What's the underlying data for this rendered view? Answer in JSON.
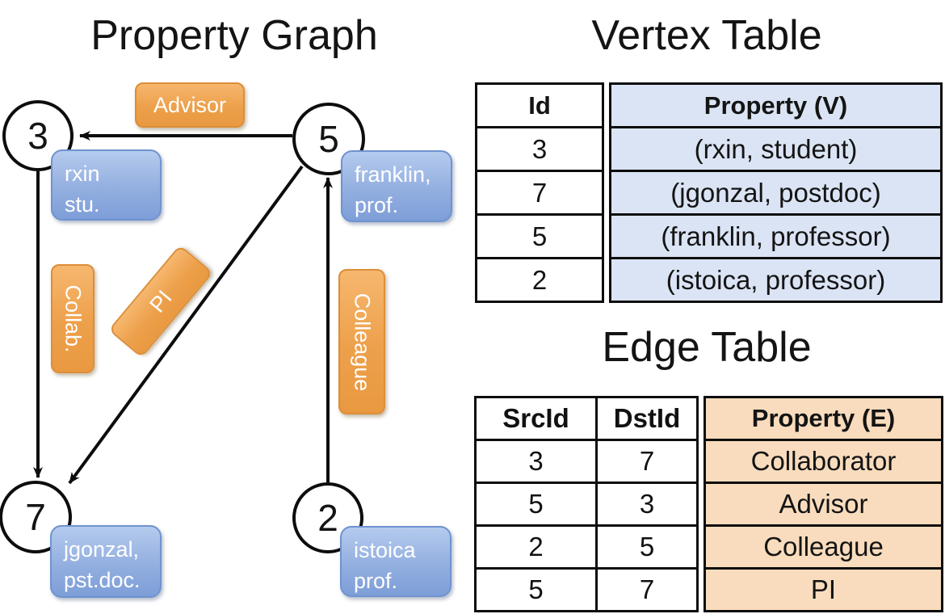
{
  "titles": {
    "property_graph": "Property Graph",
    "vertex_table": "Vertex Table",
    "edge_table": "Edge Table"
  },
  "graph": {
    "nodes": [
      {
        "id": "3",
        "prop_line1": "rxin",
        "prop_line2": "stu."
      },
      {
        "id": "5",
        "prop_line1": "franklin,",
        "prop_line2": "prof."
      },
      {
        "id": "7",
        "prop_line1": "jgonzal,",
        "prop_line2": "pst.doc."
      },
      {
        "id": "2",
        "prop_line1": "istoica",
        "prop_line2": "prof."
      }
    ],
    "edges": [
      {
        "src": "5",
        "dst": "3",
        "label": "Advisor"
      },
      {
        "src": "3",
        "dst": "7",
        "label": "Collab."
      },
      {
        "src": "5",
        "dst": "7",
        "label": "PI"
      },
      {
        "src": "2",
        "dst": "5",
        "label": "Colleague"
      }
    ]
  },
  "vertex_table": {
    "col_id": "Id",
    "col_property": "Property (V)",
    "rows": [
      {
        "id": "3",
        "property": "(rxin, student)"
      },
      {
        "id": "7",
        "property": "(jgonzal, postdoc)"
      },
      {
        "id": "5",
        "property": "(franklin, professor)"
      },
      {
        "id": "2",
        "property": "(istoica, professor)"
      }
    ]
  },
  "edge_table": {
    "col_src": "SrcId",
    "col_dst": "DstId",
    "col_property": "Property (E)",
    "rows": [
      {
        "src": "3",
        "dst": "7",
        "property": "Collaborator"
      },
      {
        "src": "5",
        "dst": "3",
        "property": "Advisor"
      },
      {
        "src": "2",
        "dst": "5",
        "property": "Colleague"
      },
      {
        "src": "5",
        "dst": "7",
        "property": "PI"
      }
    ]
  },
  "colors": {
    "vertex_table_cell_bg": "#dbe4f4",
    "edge_table_cell_bg": "#f8dcbd",
    "edge_label_orange": "#eda04b",
    "vertex_prop_blue": "#93afe0",
    "line_black": "#0d0d0d"
  }
}
